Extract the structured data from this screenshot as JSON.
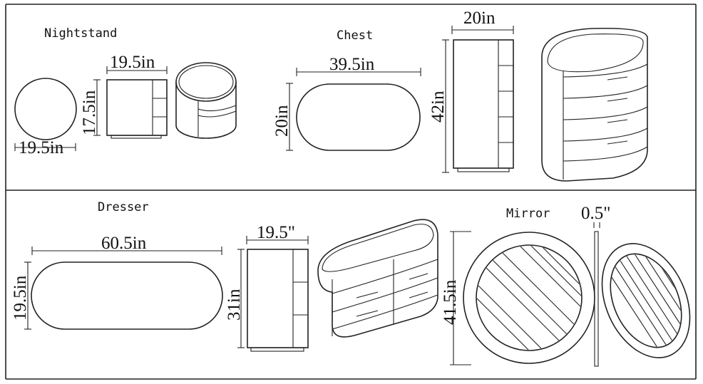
{
  "nightstand": {
    "label": "Nightstand",
    "top_diameter": "19.5in",
    "front_width": "19.5in",
    "front_height": "17.5in"
  },
  "chest": {
    "label": "Chest",
    "top_width": "39.5in",
    "top_depth": "20in",
    "side_depth": "20in",
    "side_height": "42in"
  },
  "dresser": {
    "label": "Dresser",
    "top_width": "60.5in",
    "top_depth": "19.5in",
    "side_depth": "19.5\"",
    "side_height": "31in"
  },
  "mirror": {
    "label": "Mirror",
    "thickness": "0.5\"",
    "height": "41.5in"
  }
}
